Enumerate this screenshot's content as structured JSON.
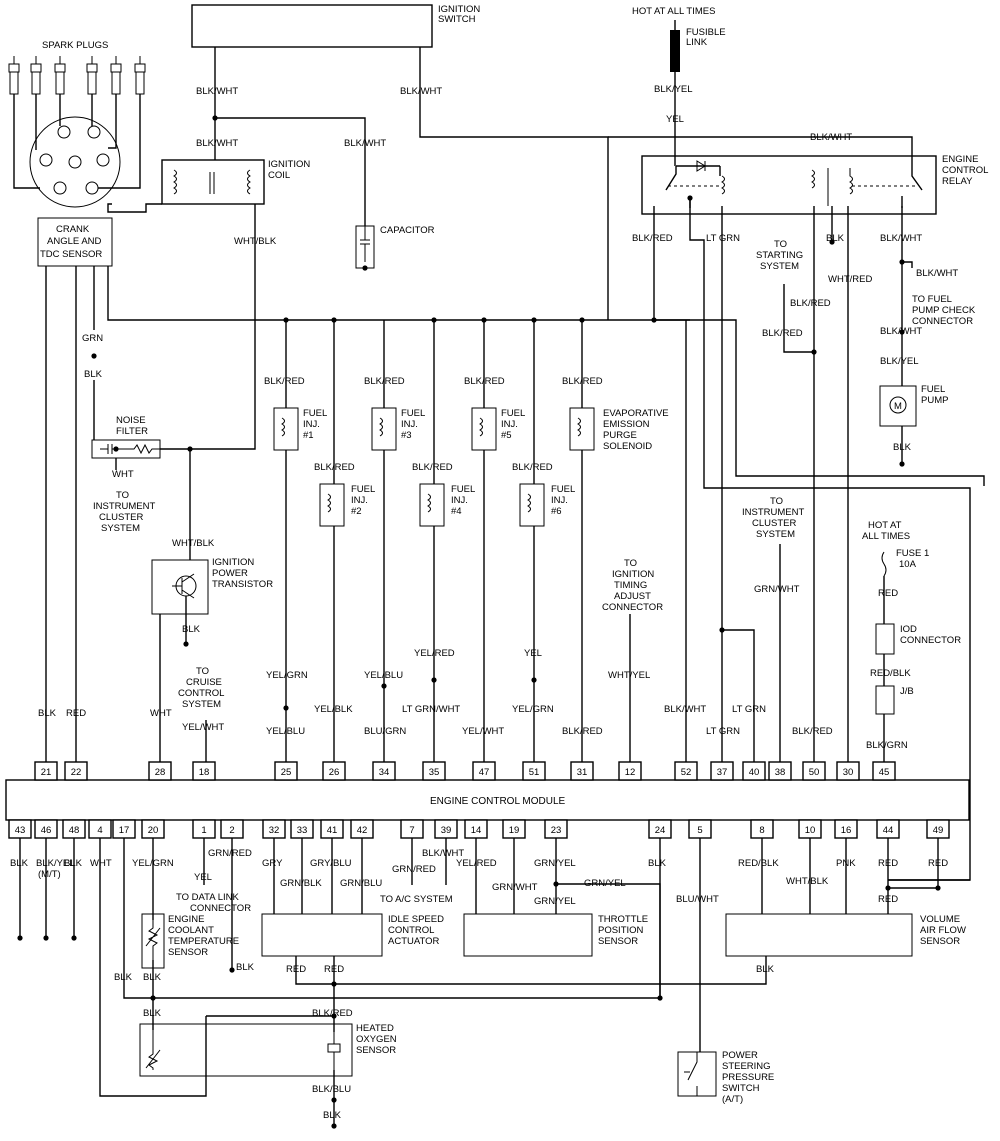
{
  "top": {
    "ignition_switch": [
      "IGNITION",
      "SWITCH"
    ],
    "hot_at_all_times": "HOT AT ALL TIMES",
    "fusible_link": [
      "FUSIBLE",
      "LINK"
    ],
    "spark_plugs": "SPARK PLUGS",
    "crank_sensor": [
      "CRANK",
      "ANGLE AND",
      "TDC SENSOR"
    ],
    "ignition_coil": [
      "IGNITION",
      "COIL"
    ],
    "capacitor": "CAPACITOR",
    "engine_control_relay": [
      "ENGINE",
      "CONTROL",
      "RELAY"
    ],
    "to_starting_system": [
      "TO",
      "STARTING",
      "SYSTEM"
    ],
    "to_fuel_pump_check": [
      "TO FUEL",
      "PUMP CHECK",
      "CONNECTOR"
    ],
    "fuel_pump": [
      "FUEL",
      "PUMP"
    ],
    "noise_filter": [
      "NOISE",
      "FILTER"
    ],
    "to_instrument_cluster_left": [
      "TO",
      "INSTRUMENT",
      "CLUSTER",
      "SYSTEM"
    ],
    "ignition_power_transistor": [
      "IGNITION",
      "POWER",
      "TRANSISTOR"
    ],
    "to_cruise_control": [
      "TO",
      "CRUISE",
      "CONTROL",
      "SYSTEM"
    ],
    "fuel_inj_1": [
      "FUEL",
      "INJ.",
      "#1"
    ],
    "fuel_inj_2": [
      "FUEL",
      "INJ.",
      "#2"
    ],
    "fuel_inj_3": [
      "FUEL",
      "INJ.",
      "#3"
    ],
    "fuel_inj_4": [
      "FUEL",
      "INJ.",
      "#4"
    ],
    "fuel_inj_5": [
      "FUEL",
      "INJ.",
      "#5"
    ],
    "fuel_inj_6": [
      "FUEL",
      "INJ.",
      "#6"
    ],
    "evap_solenoid": [
      "EVAPORATIVE",
      "EMISSION",
      "PURGE",
      "SOLENOID"
    ],
    "to_ignition_timing": [
      "TO",
      "IGNITION",
      "TIMING",
      "ADJUST",
      "CONNECTOR"
    ],
    "to_instrument_cluster_right": [
      "TO",
      "INSTRUMENT",
      "CLUSTER",
      "SYSTEM"
    ],
    "hot_at_all_times_2": [
      "HOT AT",
      "ALL TIMES"
    ],
    "fuse_1": [
      "FUSE 1",
      "10A"
    ],
    "iod_connector": [
      "IOD",
      "CONNECTOR"
    ],
    "jb": "J/B"
  },
  "wire_labels": {
    "blk_wht_a": "BLK/WHT",
    "blk_wht_b": "BLK/WHT",
    "blk_wht_c": "BLK/WHT",
    "blk_wht_d": "BLK/WHT",
    "blk_wht_e": "BLK/WHT",
    "blk_wht_f": "BLK/WHT",
    "blk_wht_g": "BLK/WHT",
    "blk_wht_h": "BLK/WHT",
    "blk_yel": "BLK/YEL",
    "yel": "YEL",
    "wht_blk_a": "WHT/BLK",
    "wht_blk_b": "WHT/BLK",
    "blk_red_relay": "BLK/RED",
    "lt_grn_relay": "LT GRN",
    "blk_relay": "BLK",
    "wht_red": "WHT/RED",
    "blk_red_start1": "BLK/RED",
    "blk_red_start2": "BLK/RED",
    "blk_yel_pump": "BLK/YEL",
    "blk_pump": "BLK",
    "grn": "GRN",
    "blk_crank": "BLK",
    "wht_filter": "WHT",
    "blk_transistor": "BLK",
    "blk_red_1": "BLK/RED",
    "blk_red_2": "BLK/RED",
    "blk_red_3": "BLK/RED",
    "blk_red_4": "BLK/RED",
    "blk_red_5": "BLK/RED",
    "blk_red_6": "BLK/RED",
    "blk_red_evap": "BLK/RED",
    "yel_grn_1": "YEL/GRN",
    "yel_blu_1": "YEL/BLU",
    "yel_blk_2": "YEL/BLK",
    "yel_blu_3": "YEL/BLU",
    "blu_grn_3": "BLU/GRN",
    "yel_red_4": "YEL/RED",
    "lt_grn_wht_4": "LT GRN/WHT",
    "yel_wht_5": "YEL/WHT",
    "yel_6": "YEL",
    "yel_grn_6": "YEL/GRN",
    "blk_red_31": "BLK/RED",
    "wht_yel": "WHT/YEL",
    "yel_wht_18": "YEL/WHT",
    "grn_wht_top": "GRN/WHT",
    "lt_grn_37": "LT GRN",
    "lt_grn_40": "LT GRN",
    "blk_red_50": "BLK/RED",
    "red_fuse": "RED",
    "red_blk": "RED/BLK",
    "blk_grn": "BLK/GRN",
    "blk_21": "BLK",
    "red_22": "RED",
    "wht_28": "WHT",
    "blk_wht_52": "BLK/WHT",
    "blk_43": "BLK",
    "blk_yel_46": "BLK/YEL",
    "mt": "(M/T)",
    "blk_48": "BLK",
    "wht_4": "WHT",
    "yel_grn_20": "YEL/GRN",
    "yel_1": "YEL",
    "grn_red_2": "GRN/RED",
    "gry_32": "GRY",
    "grn_blk_33": "GRN/BLK",
    "gry_blu_41": "GRY/BLU",
    "grn_blu_42": "GRN/BLU",
    "grn_red_7": "GRN/RED",
    "blk_wht_39": "BLK/WHT",
    "yel_red_14": "YEL/RED",
    "grn_wht_19": "GRN/WHT",
    "grn_yel_23a": "GRN/YEL",
    "grn_yel_23b": "GRN/YEL",
    "grn_yel_23c": "GRN/YEL",
    "blk_24": "BLK",
    "blu_wht_5": "BLU/WHT",
    "red_blk_8": "RED/BLK",
    "wht_blk_10": "WHT/BLK",
    "pnk_16": "PNK",
    "red_44": "RED",
    "red_49": "RED",
    "red_vaf": "RED",
    "blk_17": "BLK",
    "blk_ect": "BLK",
    "blk_ds": "BLK",
    "red_isc1": "RED",
    "red_isc2": "RED",
    "blk_vaf": "BLK",
    "blk_o2": "BLK",
    "blk_red_o2": "BLK/RED",
    "blk_blu_o2": "BLK/BLU",
    "blk_o2_bottom": "BLK"
  },
  "ecm": {
    "title": "ENGINE CONTROL MODULE",
    "top_pins": [
      "21",
      "22",
      "28",
      "18",
      "25",
      "26",
      "34",
      "35",
      "47",
      "51",
      "31",
      "12",
      "52",
      "37",
      "40",
      "38",
      "50",
      "30",
      "45"
    ],
    "bottom_pins": [
      "43",
      "46",
      "48",
      "4",
      "17",
      "20",
      "1",
      "2",
      "32",
      "33",
      "41",
      "42",
      "7",
      "39",
      "14",
      "19",
      "23",
      "24",
      "5",
      "8",
      "10",
      "16",
      "44",
      "49"
    ]
  },
  "bottom": {
    "to_data_link": [
      "TO DATA LINK",
      "CONNECTOR"
    ],
    "to_ac": "TO A/C SYSTEM",
    "ect_sensor": [
      "ENGINE",
      "COOLANT",
      "TEMPERATURE",
      "SENSOR"
    ],
    "isc_actuator": [
      "IDLE SPEED",
      "CONTROL",
      "ACTUATOR"
    ],
    "tps": [
      "THROTTLE",
      "POSITION",
      "SENSOR"
    ],
    "vaf": [
      "VOLUME",
      "AIR FLOW",
      "SENSOR"
    ],
    "o2_sensor": [
      "HEATED",
      "OXYGEN",
      "SENSOR"
    ],
    "ps_switch": [
      "POWER",
      "STEERING",
      "PRESSURE",
      "SWITCH",
      "(A/T)"
    ]
  }
}
